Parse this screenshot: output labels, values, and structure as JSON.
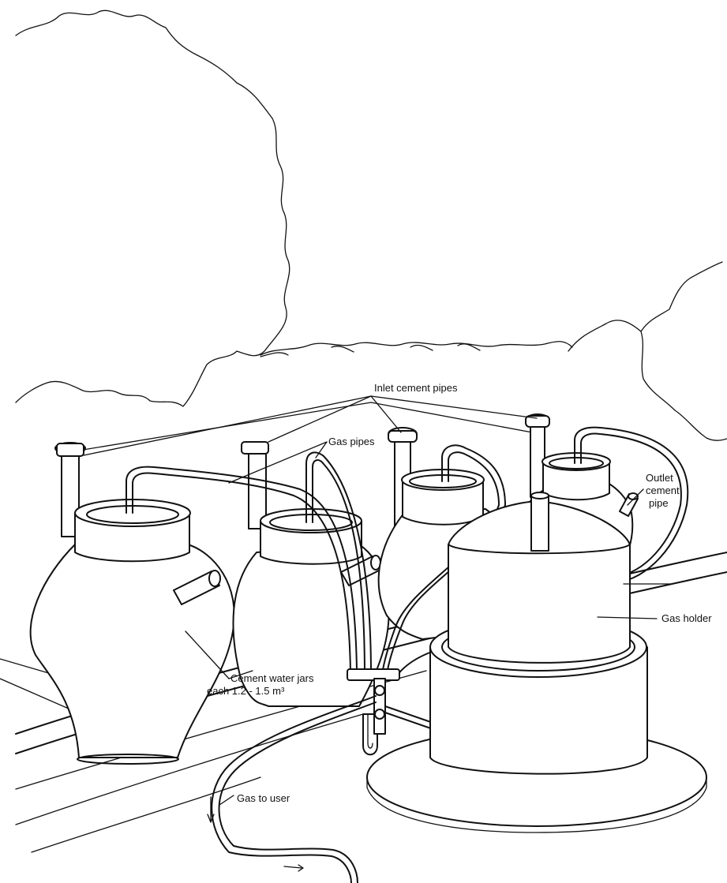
{
  "labels": {
    "inlet_pipes": "Inlet cement pipes",
    "gas_pipes": "Gas pipes",
    "outlet_line1": "Outlet",
    "outlet_line2": "cement",
    "outlet_line3": "pipe",
    "gas_holder": "Gas holder",
    "jars_line1": "Cement water jars",
    "jars_line2": "each 1.2 - 1.5 m³",
    "gas_to_user": "Gas to user"
  }
}
